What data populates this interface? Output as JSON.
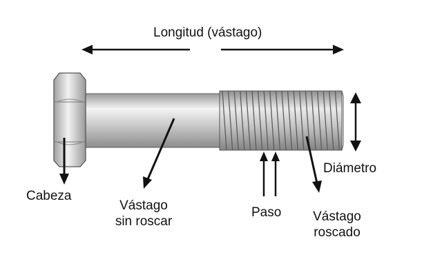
{
  "labels": {
    "length": "Longitud (vástago)",
    "head": "Cabeza",
    "unthreaded_1": "Vástago",
    "unthreaded_2": "sin roscar",
    "pitch": "Paso",
    "diameter": "Diámetro",
    "threaded_1": "Vástago",
    "threaded_2": "roscado"
  },
  "colors": {
    "metal_light": "#f2f2f2",
    "metal_mid": "#c8c8c8",
    "metal_dark": "#8a8a8a",
    "outline": "#4a4a4a",
    "arrow": "#111111"
  }
}
